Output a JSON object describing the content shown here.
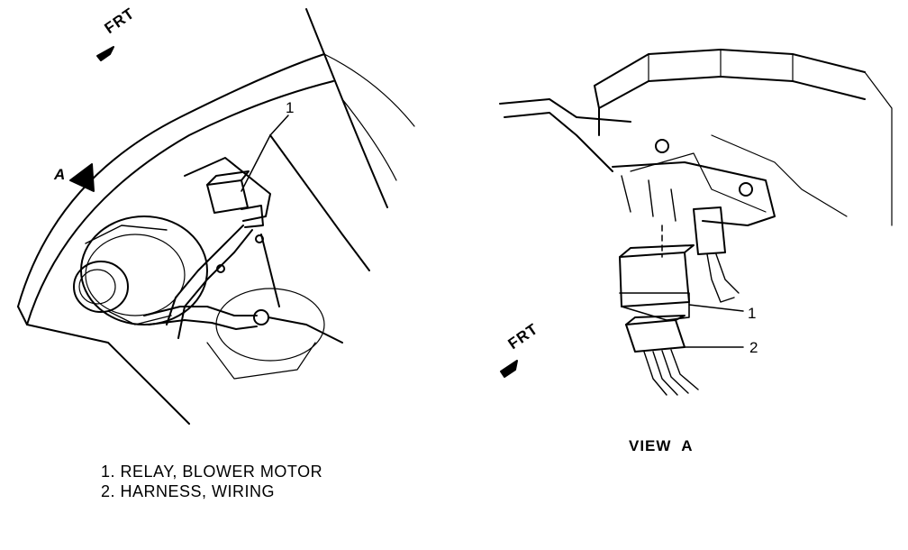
{
  "callouts": {
    "left_1": "1",
    "right_1": "1",
    "right_2": "2"
  },
  "direction": {
    "front_label_left": "FRT",
    "front_label_right": "FRT",
    "view_marker": "A"
  },
  "view_title": "VIEW  A",
  "legend": {
    "items": [
      "1. RELAY, BLOWER MOTOR",
      "2. HARNESS, WIRING"
    ]
  }
}
